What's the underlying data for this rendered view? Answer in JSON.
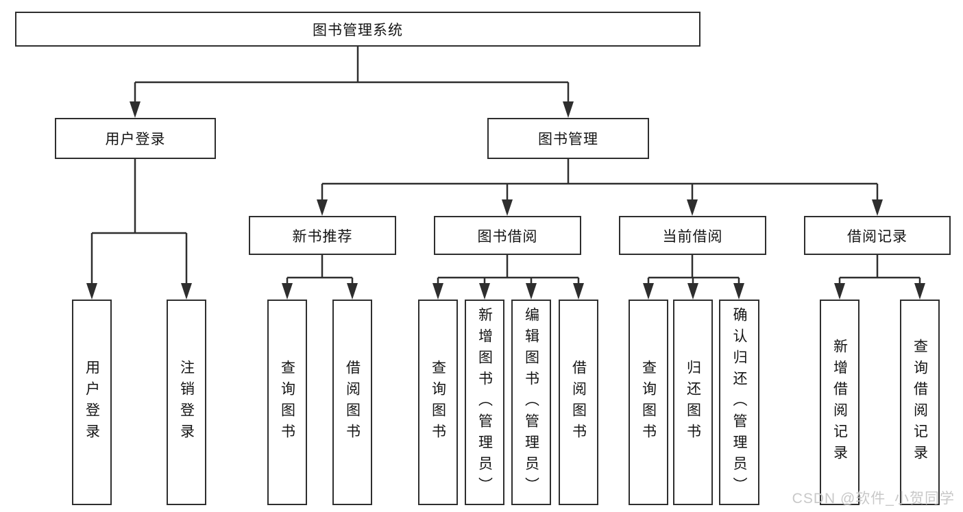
{
  "diagram": {
    "root": "图书管理系统",
    "level2": [
      "用户登录",
      "图书管理"
    ],
    "level3": [
      "新书推荐",
      "图书借阅",
      "当前借阅",
      "借阅记录"
    ],
    "leaves": {
      "user_login": [
        "用户登录",
        "注销登录"
      ],
      "new_book": [
        "查询图书",
        "借阅图书"
      ],
      "book_borrow": [
        "查询图书",
        "新增图书（管理员）",
        "编辑图书（管理员）",
        "借阅图书"
      ],
      "current_borrow": [
        "查询图书",
        "归还图书",
        "确认归还（管理员）"
      ],
      "borrow_record": [
        "新增借阅记录",
        "查询借阅记录"
      ]
    }
  },
  "watermark": "CSDN @软件_小贺同学",
  "colors": {
    "line": "#2e2e2e",
    "box_border": "#2e2e2e",
    "text": "#141414",
    "watermark": "#c8c8c8",
    "background": "#ffffff"
  }
}
